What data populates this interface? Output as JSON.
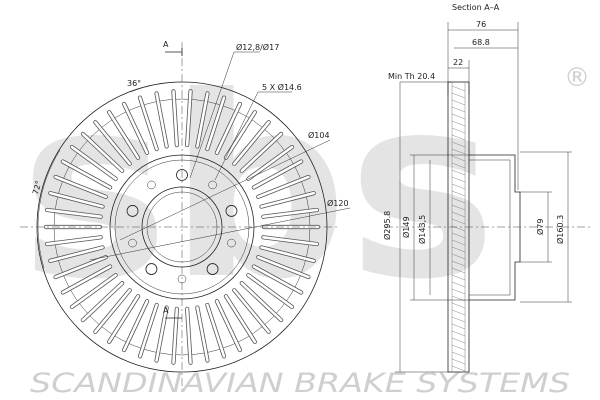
{
  "front_view": {
    "section_mark_top": "A",
    "section_mark_bottom": "A",
    "dims": {
      "vent_hole": "Ø12,8/Ø17",
      "bolt_holes": "5 X Ø14.6",
      "pcd": "Ø104",
      "center_bore": "Ø120",
      "angle_1": "36°",
      "angle_2": "72°"
    }
  },
  "section_view": {
    "title": "Section A–A",
    "dims": {
      "total_height": "76",
      "hat_height": "68.8",
      "thickness": "22",
      "min_thickness": "Min Th  20.4",
      "outer_diameter": "Ø295.8",
      "hat_od": "Ø149",
      "hat_id": "Ø143,5",
      "bore": "Ø79",
      "flange": "Ø160.3"
    }
  },
  "brand": {
    "logo_text": "sbs",
    "registered": "®",
    "footer": "SCANDINAVIAN BRAKE SYSTEMS"
  },
  "colors": {
    "line": "#222222",
    "watermark": "#cfcfcf"
  }
}
